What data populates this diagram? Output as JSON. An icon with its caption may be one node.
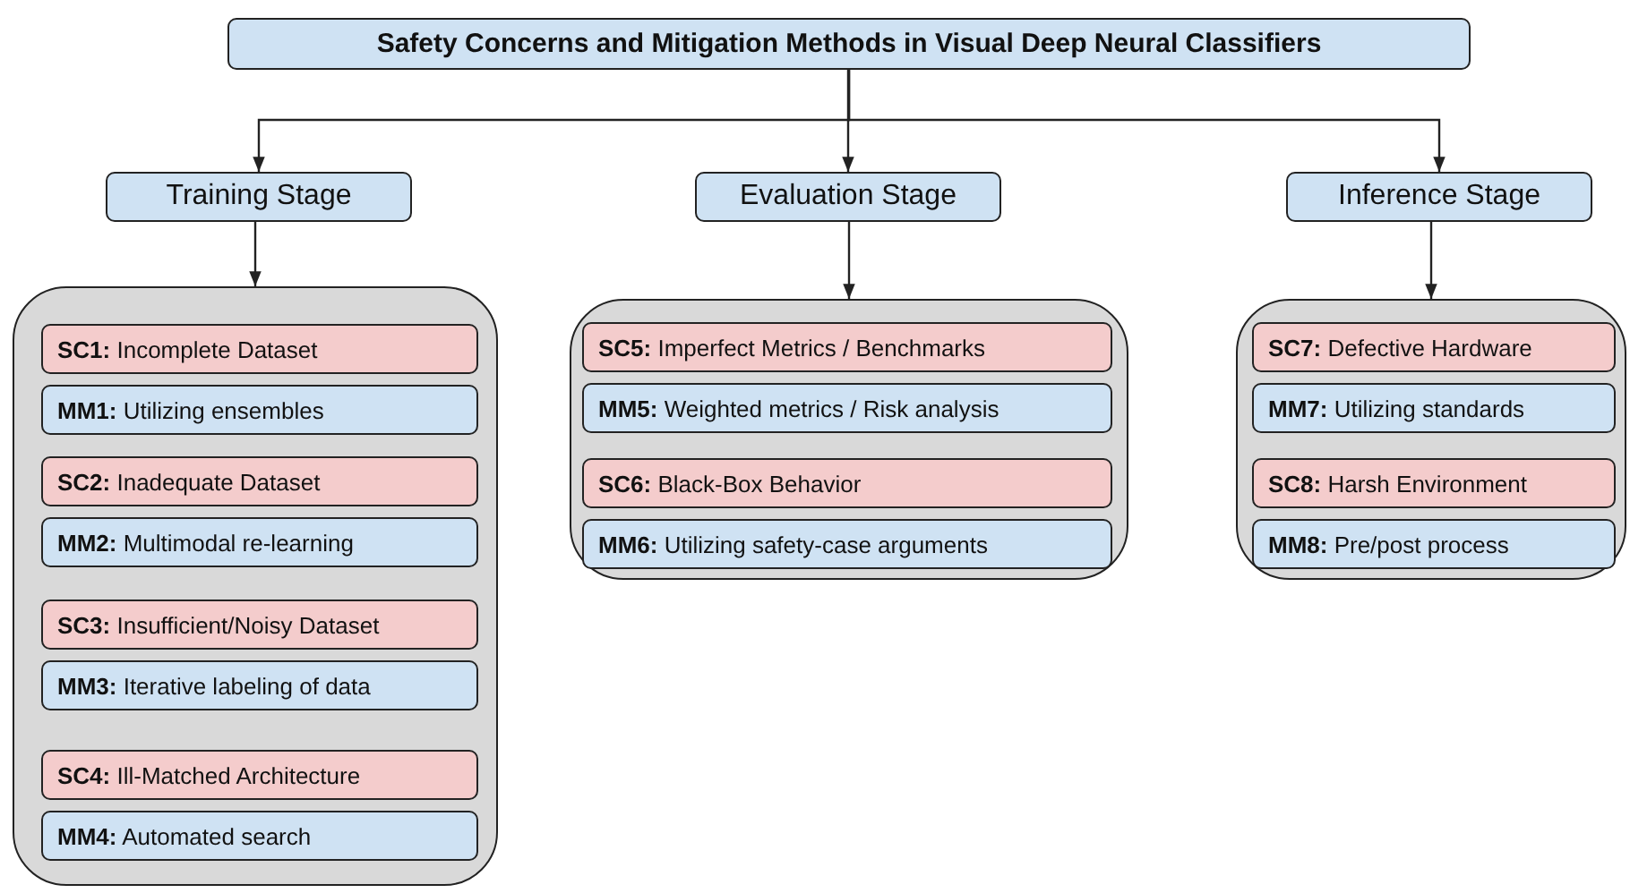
{
  "diagram": {
    "nodes": [
      {
        "text": [
          "Safety Concerns and Mitigation Methods in Visual Deep Neural Classifiers"
        ]
      },
      {
        "text": [
          "Training Stage"
        ]
      },
      {
        "text": [
          "Evaluation Stage"
        ]
      },
      {
        "text": [
          "Inference Stage"
        ]
      },
      {
        "text": [],
        "shape": "box"
      },
      {
        "text": [
          "**SC1:** Incomplete Dataset"
        ],
        "in": 4
      },
      {
        "text": [
          "**MM1:** Utilizing ensembles"
        ],
        "in": 4
      },
      {
        "text": [
          "**SC2:** Inadequate Dataset"
        ],
        "in": 4
      },
      {
        "text": [
          "**MM2:** Multimodal re-learning"
        ],
        "in": 4
      },
      {
        "text": [
          "**SC3:** Insufficient/Noisy Dataset"
        ],
        "in": 4
      },
      {
        "text": [
          "**MM3:** Iterative labeling of data"
        ],
        "in": 4
      },
      {
        "text": [
          "**SC4:** Ill-Matched Architecture"
        ],
        "in": 4
      },
      {
        "text": [
          "**MM4:** Automated search"
        ],
        "in": 4
      },
      {
        "text": [],
        "shape": "box"
      },
      {
        "text": [
          "**SC5:** Imperfect Metrics / Benchmarks"
        ],
        "in": 13
      },
      {
        "text": [
          "**MM5:** Weighted metrics / Risk analysis"
        ],
        "in": 13
      },
      {
        "text": [
          "**SC6:** Black-Box Behavior"
        ],
        "in": 13
      },
      {
        "text": [
          "**MM6:** Utilizing safety-case arguments"
        ],
        "in": 13
      },
      {
        "text": [],
        "shape": "box"
      },
      {
        "text": [
          "**SC7:** Defective Hardware"
        ],
        "in": 18
      },
      {
        "text": [
          "**MM7:** Utilizing standards"
        ],
        "in": 18
      },
      {
        "text": [
          "**SC8:** Harsh Environment"
        ],
        "in": 18
      },
      {
        "text": [
          "**MM8:** Pre/post process"
        ],
        "in": 18
      }
    ],
    "edges": [
      {
        "from": 0,
        "to": 1,
        "arrow": "to"
      },
      {
        "from": 0,
        "to": 2,
        "arrow": "to"
      },
      {
        "from": 0,
        "to": 3,
        "arrow": "to"
      },
      {
        "from": 1,
        "to": 4,
        "arrow": "to"
      },
      {
        "from": 2,
        "to": 13,
        "arrow": "to"
      },
      {
        "from": 3,
        "to": 18,
        "arrow": "to"
      }
    ]
  }
}
